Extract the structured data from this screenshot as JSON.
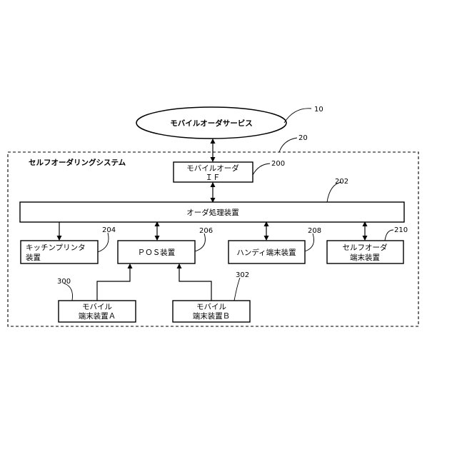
{
  "service": {
    "label": "モバイルオーダサービス",
    "ref": "10"
  },
  "system": {
    "label": "セルフオーダリングシステム",
    "ref": "20"
  },
  "mobile_order_if": {
    "line1": "モバイルオーダ",
    "line2": "ＩＦ",
    "ref": "200"
  },
  "order_processing": {
    "label": "オーダ処理装置",
    "ref": "202"
  },
  "kitchen_printer": {
    "line1": "キッチンプリンタ",
    "line2": "装置",
    "ref": "204"
  },
  "pos": {
    "label": "ＰＯＳ装置",
    "ref": "206"
  },
  "handy": {
    "label": "ハンディ端末装置",
    "ref": "208"
  },
  "self_order": {
    "line1": "セルフオーダ",
    "line2": "端末装置",
    "ref": "210"
  },
  "mobile_a": {
    "line1": "モバイル",
    "line2": "端末装置Ａ",
    "ref": "300"
  },
  "mobile_b": {
    "line1": "モバイル",
    "line2": "端末装置Ｂ",
    "ref": "302"
  }
}
